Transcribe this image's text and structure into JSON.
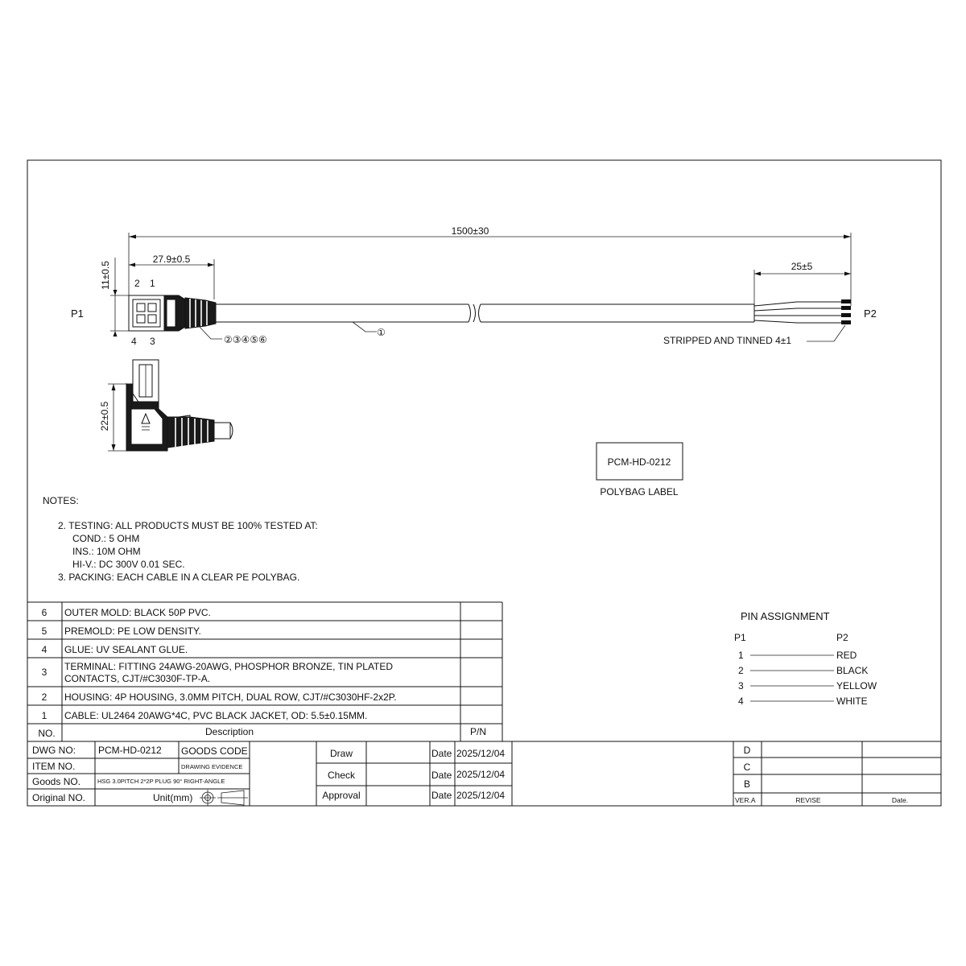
{
  "dimensions": {
    "total_length": "1500±30",
    "connector_length": "27.9±0.5",
    "connector_height": "11±0.5",
    "strip_length": "25±5",
    "side_height": "22±0.5"
  },
  "drawing": {
    "p1_label": "P1",
    "p2_label": "P2",
    "pin_labels": [
      "2",
      "1",
      "4",
      "3"
    ],
    "part_callouts": "②③④⑤⑥",
    "cable_callout": "①",
    "stripped_note": "STRIPPED AND TINNED 4±1"
  },
  "polybag": {
    "part_number": "PCM-HD-0212",
    "label": "POLYBAG LABEL"
  },
  "notes": {
    "title": "NOTES:",
    "lines": [
      "2. TESTING: ALL PRODUCTS MUST BE 100% TESTED AT:",
      "COND.: 5 OHM",
      "INS.: 10M OHM",
      "HI-V.: DC 300V 0.01 SEC.",
      "3. PACKING: EACH CABLE IN A CLEAR PE POLYBAG."
    ]
  },
  "bom": {
    "rows": [
      {
        "no": "6",
        "line1": "OUTER MOLD: BLACK 50P PVC.",
        "line2": ""
      },
      {
        "no": "5",
        "line1": "PREMOLD: PE LOW DENSITY.",
        "line2": ""
      },
      {
        "no": "4",
        "line1": "GLUE: UV SEALANT GLUE.",
        "line2": ""
      },
      {
        "no": "3",
        "line1": "TERMINAL: FITTING 24AWG-20AWG, PHOSPHOR BRONZE, TIN PLATED",
        "line2": "CONTACTS, CJT/#C3030F-TP-A."
      },
      {
        "no": "2",
        "line1": "HOUSING: 4P HOUSING, 3.0MM PITCH, DUAL ROW, CJT/#C3030HF-2x2P.",
        "line2": ""
      },
      {
        "no": "1",
        "line1": "CABLE: UL2464 20AWG*4C, PVC BLACK JACKET, OD: 5.5±0.15MM.",
        "line2": ""
      }
    ],
    "header": {
      "no": "NO.",
      "description": "Description",
      "pn": "P/N"
    }
  },
  "pin_assignment": {
    "title": "PIN  ASSIGNMENT",
    "col_p1": "P1",
    "col_p2": "P2",
    "rows": [
      {
        "p1": "1",
        "p2": "RED"
      },
      {
        "p1": "2",
        "p2": "BLACK"
      },
      {
        "p1": "3",
        "p2": "YELLOW"
      },
      {
        "p1": "4",
        "p2": "WHITE"
      }
    ]
  },
  "title_block": {
    "dwg_no_label": "DWG NO:",
    "dwg_no": "PCM-HD-0212",
    "goods_code_label": "GOODS CODE",
    "item_no_label": "ITEM NO.",
    "drawing_evidence": "DRAWING EVIDENCE",
    "goods_no_label": "Goods NO.",
    "goods_desc": "HSG 3.0PITCH 2*2P PLUG 90° RIGHT-ANGLE",
    "original_no_label": "Original NO.",
    "unit_label": "Unit(mm)",
    "draw_label": "Draw",
    "check_label": "Check",
    "approval_label": "Approval",
    "date_label": "Date",
    "date_draw": "2025/12/04",
    "date_check": "2025/12/04",
    "date_approval": "2025/12/04"
  },
  "revision_block": {
    "rows": [
      "D",
      "C",
      "B"
    ],
    "ver_label": "VER.A",
    "revise_label": "REVISE",
    "date_label": "Date."
  }
}
